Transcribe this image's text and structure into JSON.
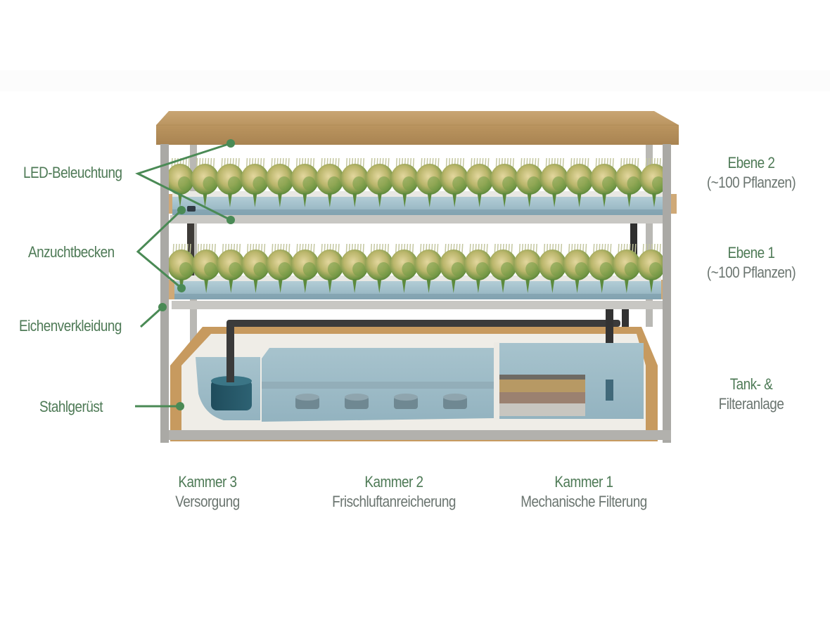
{
  "colors": {
    "label_green": "#4e7a56",
    "label_grey": "#6b7570",
    "leader_line": "#4a8a55",
    "oak": "#b89462",
    "steel": "#a9a9a6",
    "water": "#9bbcc8",
    "water_dark": "#6e97a8",
    "tank_wall": "#eeece6",
    "pipe": "#3b3b3b",
    "plant_light": "#d9cf95",
    "plant_dark": "#5a8a38"
  },
  "left_labels": {
    "led": "LED-Beleuchtung",
    "basin": "Anzuchtbecken",
    "oak": "Eichenverkleidung",
    "steel": "Stahlgerüst"
  },
  "right_labels": {
    "level2": {
      "title": "Ebene 2",
      "subtitle": "(~100 Pflanzen)"
    },
    "level1": {
      "title": "Ebene 1",
      "subtitle": "(~100 Pflanzen)"
    },
    "tank": {
      "title": "Tank- &",
      "subtitle": "Filteranlage"
    }
  },
  "chambers": [
    {
      "title": "Kammer 3",
      "subtitle": "Versorgung"
    },
    {
      "title": "Kammer 2",
      "subtitle": "Frischluftanreicherung"
    },
    {
      "title": "Kammer 1",
      "subtitle": "Mechanische Filterung"
    }
  ],
  "plants_per_row_visible": 20,
  "air_stones_count": 4
}
